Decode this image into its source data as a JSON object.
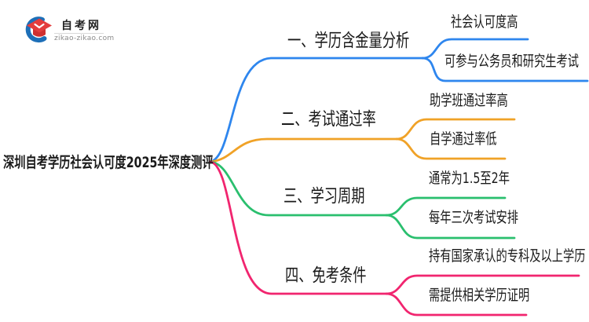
{
  "logo": {
    "name": "自考网",
    "domain": "zikao-zikao.com"
  },
  "mindmap": {
    "root": "深圳自考学历社会认可度2025年深度测评",
    "branches": [
      {
        "label": "一、学历含金量分析",
        "color": "#2e86ee",
        "children": [
          "社会认可度高",
          "可参与公务员和研究生考试"
        ]
      },
      {
        "label": "二、考试通过率",
        "color": "#f0a227",
        "children": [
          "助学班通过率高",
          "自学通过率低"
        ]
      },
      {
        "label": "三、学习周期",
        "color": "#2abf6e",
        "children": [
          "通常为1.5至2年",
          "每年三次考试安排"
        ]
      },
      {
        "label": "四、免考条件",
        "color": "#f1256f",
        "children": [
          "持有国家承认的专科及以上学历",
          "需提供相关学历证明"
        ]
      }
    ]
  },
  "colors": {
    "logo_blue": "#1d6fb8",
    "logo_red": "#e33d3d",
    "logo_red_dark": "#cf3030",
    "chevron_white": "#ffffff"
  }
}
